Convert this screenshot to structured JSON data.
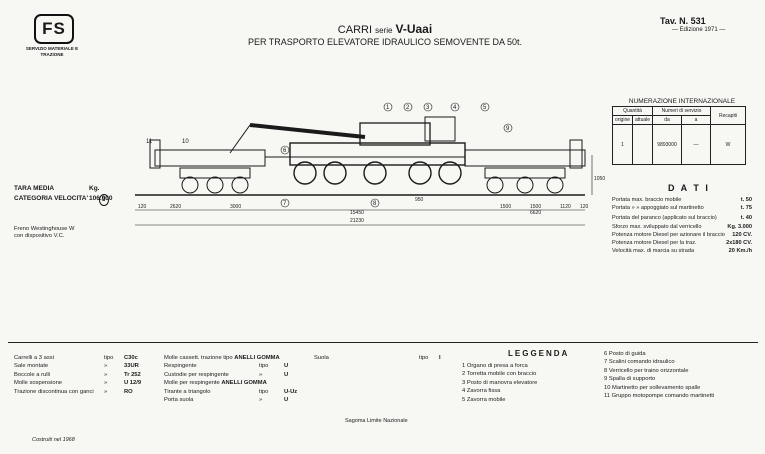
{
  "header": {
    "logo": "FS",
    "logo_caption": "SERVIZIO MATERIALE E TRAZIONE",
    "title_carri": "CARRI",
    "title_serie": "serie",
    "title_code": "V-Uaai",
    "subtitle": "PER TRASPORTO ELEVATORE IDRAULICO SEMOVENTE DA 50t.",
    "tav": "Tav.   N.  531",
    "edizione": "— Edizione 1971 —"
  },
  "numerazione": {
    "title": "NUMERAZIONE INTERNAZIONALE",
    "headers": [
      "Quantità",
      "Numeri di servizio",
      "Recapiti"
    ],
    "subheaders": [
      "origine",
      "attuale",
      "da",
      "a"
    ],
    "row": [
      "1",
      "",
      "9893000",
      "—",
      "W"
    ]
  },
  "dati": {
    "title": "D A T I",
    "rows": [
      {
        "label": "Portata max. braccio mobile",
        "value": "t. 50"
      },
      {
        "label": "Portata   »   »   appoggiato sul martinetto",
        "value": "t. 75"
      },
      {
        "label": "Portata del paranco (applicato sul braccio)",
        "value": "t. 40"
      },
      {
        "label": "Sforzo max. sviluppato dal verricello",
        "value": "Kg. 3.000"
      },
      {
        "label": "Potenza motore Diesel per azionare il braccio",
        "value": "120 CV."
      },
      {
        "label": "Potenza motore Diesel per la traz.",
        "value": "2x180 CV."
      },
      {
        "label": "Velocità max. di marcia su strada",
        "value": "20 Km./h"
      }
    ]
  },
  "tara": {
    "tara_label": "TARA MEDIA",
    "tara_value": "Kg. 106.000",
    "categoria_label": "CATEGORIA VELOCITA'",
    "categoria_value": "3"
  },
  "freno": {
    "line1": "Freno Westinghouse W",
    "line2": "con dispositivo V.C."
  },
  "drawing": {
    "dims_top": [
      "120",
      "2620",
      "3000",
      "1500",
      "1500",
      "1120",
      "120"
    ],
    "dim_mid": [
      "15450",
      "6620",
      "950"
    ],
    "dim_total": "21230",
    "height": "1050",
    "callouts": [
      "1",
      "2",
      "3",
      "4",
      "5",
      "6",
      "7",
      "8",
      "9",
      "10",
      "11"
    ]
  },
  "components": [
    {
      "label": "Carrelli a 3 assi",
      "tipo": "tipo",
      "value": "C30c"
    },
    {
      "label": "Sale montate",
      "tipo": "»",
      "value": "33UR"
    },
    {
      "label": "Boccole a rulli",
      "tipo": "»",
      "value": "Tr 252"
    },
    {
      "label": "Molle sospensione",
      "tipo": "»",
      "value": "U 12/9"
    },
    {
      "label": "Trazione discontinua con ganci",
      "tipo": "»",
      "value": "RO"
    }
  ],
  "components2": [
    {
      "label": "Molle cassett. trazione tipo",
      "tipo": "",
      "value": "ANELLI GOMMA"
    },
    {
      "label": "Respingente",
      "tipo": "tipo",
      "value": "U"
    },
    {
      "label": "Custodie per respingente",
      "tipo": "»",
      "value": "U"
    },
    {
      "label": "Molle per respingente",
      "tipo": "",
      "value": "ANELLI GOMMA"
    },
    {
      "label": "Tirante a triangolo",
      "tipo": "tipo",
      "value": "U-Uz"
    },
    {
      "label": "Porta suola",
      "tipo": "»",
      "value": "U"
    }
  ],
  "suola": {
    "label": "Suola",
    "tipo": "tipo",
    "value": "I"
  },
  "legenda": {
    "title": "LEGGENDA",
    "col1": [
      "1  Organo di presa a forca",
      "2  Torretta mobile con braccio",
      "3  Posto di manovra elevatore",
      "4  Zavorra fissa",
      "5  Zavorra mobile"
    ],
    "col2": [
      "6  Posto di guida",
      "7  Scalini comando idraulico",
      "8  Verricello per traino orizzontale",
      "9  Spalla di supporto",
      "10  Martinetto per sollevamento spalle",
      "11  Gruppo motopompe comando martinetti"
    ]
  },
  "footer": {
    "sagoma": "Sagoma Limite Nazionale",
    "costruiti": "Costruiti nel 1968"
  }
}
